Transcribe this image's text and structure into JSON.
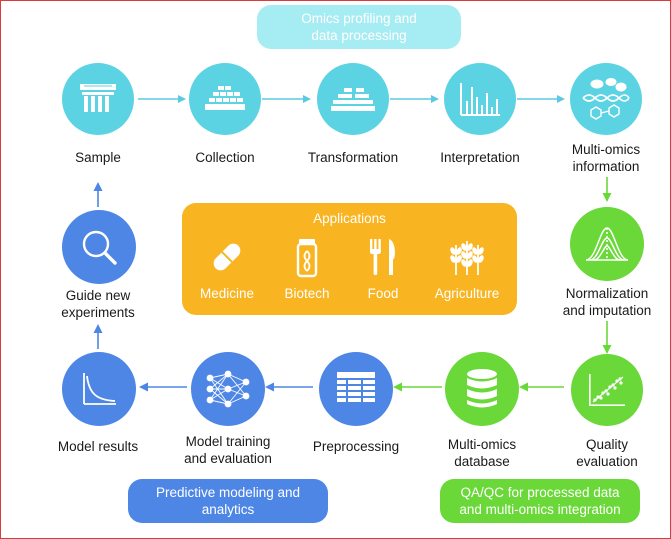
{
  "colors": {
    "cyan": "#5bd3e3",
    "green": "#69d838",
    "blue": "#4e86e6",
    "orange": "#f8b421",
    "arrow_cyan": "#5bc9e0",
    "arrow_green": "#69d838",
    "arrow_blue": "#4e86e6"
  },
  "top_banner": "Omics profiling and\ndata processing",
  "green_banner": "QA/QC for processed data\nand multi-omics integration",
  "blue_banner": "Predictive modeling and\nanalytics",
  "steps": {
    "sample": "Sample",
    "collection": "Collection",
    "transformation": "Transformation",
    "interpretation": "Interpretation",
    "multiomics_info": "Multi-omics\ninformation",
    "normalization": "Normalization\nand imputation",
    "quality": "Quality\nevaluation",
    "database": "Multi-omics\ndatabase",
    "preprocessing": "Preprocessing",
    "model_training": "Model training\nand evaluation",
    "model_results": "Model results",
    "guide": "Guide new\nexperiments"
  },
  "applications": {
    "title": "Applications",
    "items": [
      "Medicine",
      "Biotech",
      "Food",
      "Agriculture"
    ]
  },
  "icons": {
    "sample": "sample-tube-rack-icon",
    "collection": "stacked-blocks-icon",
    "transformation": "stacked-plates-icon",
    "interpretation": "spectrum-peaks-icon",
    "multiomics_info": "molecules-icon",
    "normalization": "distribution-curves-icon",
    "quality": "scatter-plot-icon",
    "database": "database-icon",
    "preprocessing": "data-table-icon",
    "model_training": "neural-network-icon",
    "model_results": "decay-curve-icon",
    "guide": "magnifier-icon",
    "medicine": "pill-icon",
    "biotech": "vial-icon",
    "food": "fork-knife-icon",
    "agriculture": "wheat-icon"
  }
}
